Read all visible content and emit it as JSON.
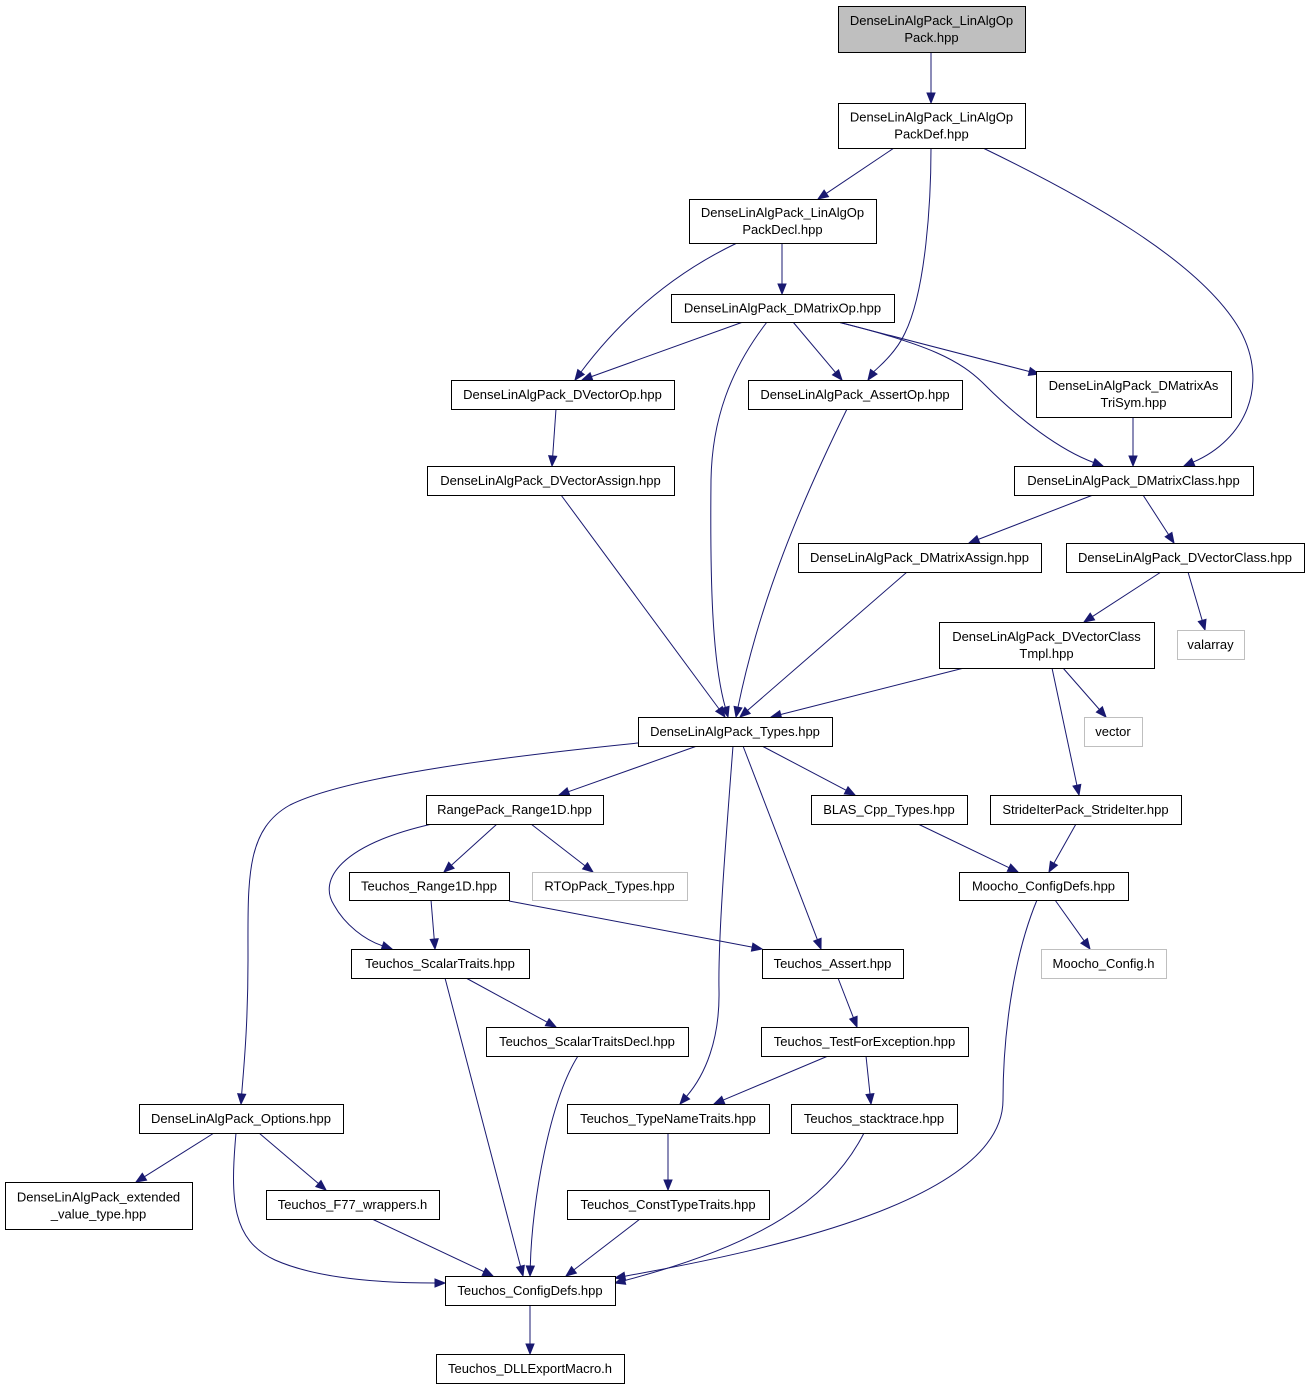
{
  "nodes": [
    {
      "id": "linalgop",
      "lines": [
        "DenseLinAlgPack_LinAlgOp",
        "Pack.hpp"
      ],
      "kind": "root"
    },
    {
      "id": "linalgopdef",
      "lines": [
        "DenseLinAlgPack_LinAlgOp",
        "PackDef.hpp"
      ],
      "kind": "normal"
    },
    {
      "id": "linalgopdecl",
      "lines": [
        "DenseLinAlgPack_LinAlgOp",
        "PackDecl.hpp"
      ],
      "kind": "normal"
    },
    {
      "id": "dmatrixop",
      "lines": [
        "DenseLinAlgPack_DMatrixOp.hpp"
      ],
      "kind": "normal"
    },
    {
      "id": "dvectorop",
      "lines": [
        "DenseLinAlgPack_DVectorOp.hpp"
      ],
      "kind": "normal"
    },
    {
      "id": "assertop",
      "lines": [
        "DenseLinAlgPack_AssertOp.hpp"
      ],
      "kind": "normal"
    },
    {
      "id": "dmatrixastrisym",
      "lines": [
        "DenseLinAlgPack_DMatrixAs",
        "TriSym.hpp"
      ],
      "kind": "normal"
    },
    {
      "id": "dvectorassign",
      "lines": [
        "DenseLinAlgPack_DVectorAssign.hpp"
      ],
      "kind": "normal"
    },
    {
      "id": "dmatrixclass",
      "lines": [
        "DenseLinAlgPack_DMatrixClass.hpp"
      ],
      "kind": "normal"
    },
    {
      "id": "dmatrixassign",
      "lines": [
        "DenseLinAlgPack_DMatrixAssign.hpp"
      ],
      "kind": "normal"
    },
    {
      "id": "dvectorclass",
      "lines": [
        "DenseLinAlgPack_DVectorClass.hpp"
      ],
      "kind": "normal"
    },
    {
      "id": "dvectorclasstmpl",
      "lines": [
        "DenseLinAlgPack_DVectorClass",
        "Tmpl.hpp"
      ],
      "kind": "normal"
    },
    {
      "id": "valarray",
      "lines": [
        "valarray"
      ],
      "kind": "ext"
    },
    {
      "id": "vector",
      "lines": [
        "vector"
      ],
      "kind": "ext"
    },
    {
      "id": "types",
      "lines": [
        "DenseLinAlgPack_Types.hpp"
      ],
      "kind": "normal"
    },
    {
      "id": "range1d",
      "lines": [
        "RangePack_Range1D.hpp"
      ],
      "kind": "normal"
    },
    {
      "id": "blascpp",
      "lines": [
        "BLAS_Cpp_Types.hpp"
      ],
      "kind": "normal"
    },
    {
      "id": "strideiter",
      "lines": [
        "StrideIterPack_StrideIter.hpp"
      ],
      "kind": "normal"
    },
    {
      "id": "teuchosrange1d",
      "lines": [
        "Teuchos_Range1D.hpp"
      ],
      "kind": "normal"
    },
    {
      "id": "rtoppack",
      "lines": [
        "RTOpPack_Types.hpp"
      ],
      "kind": "ext"
    },
    {
      "id": "moochoconfigdefs",
      "lines": [
        "Moocho_ConfigDefs.hpp"
      ],
      "kind": "normal"
    },
    {
      "id": "scalartraits",
      "lines": [
        "Teuchos_ScalarTraits.hpp"
      ],
      "kind": "normal"
    },
    {
      "id": "teuchosassert",
      "lines": [
        "Teuchos_Assert.hpp"
      ],
      "kind": "normal"
    },
    {
      "id": "moochoconfig",
      "lines": [
        "Moocho_Config.h"
      ],
      "kind": "ext"
    },
    {
      "id": "scalartraitsdecl",
      "lines": [
        "Teuchos_ScalarTraitsDecl.hpp"
      ],
      "kind": "normal"
    },
    {
      "id": "testforexception",
      "lines": [
        "Teuchos_TestForException.hpp"
      ],
      "kind": "normal"
    },
    {
      "id": "options",
      "lines": [
        "DenseLinAlgPack_Options.hpp"
      ],
      "kind": "normal"
    },
    {
      "id": "typenametraits",
      "lines": [
        "Teuchos_TypeNameTraits.hpp"
      ],
      "kind": "normal"
    },
    {
      "id": "stacktrace",
      "lines": [
        "Teuchos_stacktrace.hpp"
      ],
      "kind": "normal"
    },
    {
      "id": "extendedvt",
      "lines": [
        "DenseLinAlgPack_extended",
        "_value_type.hpp"
      ],
      "kind": "normal"
    },
    {
      "id": "f77wrappers",
      "lines": [
        "Teuchos_F77_wrappers.h"
      ],
      "kind": "normal"
    },
    {
      "id": "consttypetraits",
      "lines": [
        "Teuchos_ConstTypeTraits.hpp"
      ],
      "kind": "normal"
    },
    {
      "id": "teuchosconfigdefs",
      "lines": [
        "Teuchos_ConfigDefs.hpp"
      ],
      "kind": "normal"
    },
    {
      "id": "dllexport",
      "lines": [
        "Teuchos_DLLExportMacro.h"
      ],
      "kind": "normal"
    }
  ],
  "edges": [
    [
      "linalgop",
      "linalgopdef"
    ],
    [
      "linalgopdef",
      "linalgopdecl"
    ],
    [
      "linalgopdef",
      "assertop"
    ],
    [
      "linalgopdef",
      "dmatrixclass"
    ],
    [
      "linalgopdecl",
      "dmatrixop"
    ],
    [
      "linalgopdecl",
      "dvectorop"
    ],
    [
      "dmatrixop",
      "dvectorop"
    ],
    [
      "dmatrixop",
      "assertop"
    ],
    [
      "dmatrixop",
      "dmatrixastrisym"
    ],
    [
      "dmatrixop",
      "dmatrixclass"
    ],
    [
      "dmatrixop",
      "types"
    ],
    [
      "dvectorop",
      "dvectorassign"
    ],
    [
      "dmatrixastrisym",
      "dmatrixclass"
    ],
    [
      "assertop",
      "types"
    ],
    [
      "dvectorassign",
      "types"
    ],
    [
      "dmatrixclass",
      "dmatrixassign"
    ],
    [
      "dmatrixclass",
      "dvectorclass"
    ],
    [
      "dmatrixassign",
      "types"
    ],
    [
      "dvectorclass",
      "dvectorclasstmpl"
    ],
    [
      "dvectorclass",
      "valarray"
    ],
    [
      "dvectorclasstmpl",
      "types"
    ],
    [
      "dvectorclasstmpl",
      "vector"
    ],
    [
      "dvectorclasstmpl",
      "strideiter"
    ],
    [
      "types",
      "options"
    ],
    [
      "types",
      "range1d"
    ],
    [
      "types",
      "blascpp"
    ],
    [
      "types",
      "teuchosassert"
    ],
    [
      "types",
      "typenametraits"
    ],
    [
      "range1d",
      "teuchosrange1d"
    ],
    [
      "range1d",
      "rtoppack"
    ],
    [
      "range1d",
      "scalartraits"
    ],
    [
      "blascpp",
      "moochoconfigdefs"
    ],
    [
      "strideiter",
      "moochoconfigdefs"
    ],
    [
      "teuchosrange1d",
      "scalartraits"
    ],
    [
      "teuchosrange1d",
      "teuchosassert"
    ],
    [
      "moochoconfigdefs",
      "moochoconfig"
    ],
    [
      "moochoconfigdefs",
      "teuchosconfigdefs"
    ],
    [
      "scalartraits",
      "scalartraitsdecl"
    ],
    [
      "scalartraits",
      "teuchosconfigdefs"
    ],
    [
      "teuchosassert",
      "testforexception"
    ],
    [
      "testforexception",
      "typenametraits"
    ],
    [
      "testforexception",
      "stacktrace"
    ],
    [
      "scalartraitsdecl",
      "teuchosconfigdefs"
    ],
    [
      "options",
      "extendedvt"
    ],
    [
      "options",
      "f77wrappers"
    ],
    [
      "options",
      "teuchosconfigdefs"
    ],
    [
      "typenametraits",
      "consttypetraits"
    ],
    [
      "stacktrace",
      "teuchosconfigdefs"
    ],
    [
      "f77wrappers",
      "teuchosconfigdefs"
    ],
    [
      "consttypetraits",
      "teuchosconfigdefs"
    ],
    [
      "teuchosconfigdefs",
      "dllexport"
    ]
  ]
}
